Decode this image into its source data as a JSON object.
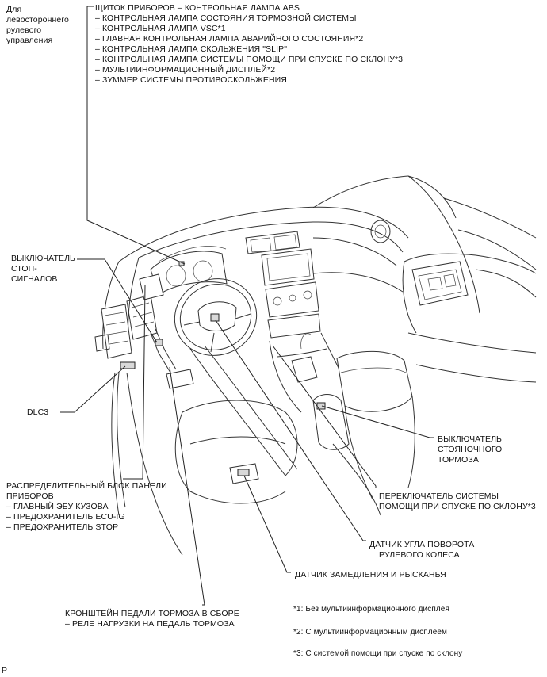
{
  "labels": {
    "lhd_note": [
      "Для",
      "левостороннего",
      "рулевого",
      "управления"
    ],
    "combination_meter": [
      "ЩИТОК ПРИБОРОВ – КОНТРОЛЬНАЯ ЛАМПА ABS",
      "– КОНТРОЛЬНАЯ ЛАМПА СОСТОЯНИЯ ТОРМОЗНОЙ СИСТЕМЫ",
      "– КОНТРОЛЬНАЯ ЛАМПА VSC*1",
      "– ГЛАВНАЯ КОНТРОЛЬНАЯ ЛАМПА АВАРИЙНОГО СОСТОЯНИЯ*2",
      "– КОНТРОЛЬНАЯ ЛАМПА СКОЛЬЖЕНИЯ \"SLIP\"",
      "– КОНТРОЛЬНАЯ ЛАМПА СИСТЕМЫ ПОМОЩИ ПРИ СПУСКЕ ПО СКЛОНУ*3",
      "– МУЛЬТИИНФОРМАЦИОННЫЙ ДИСПЛЕЙ*2",
      "– ЗУММЕР СИСТЕМЫ ПРОТИВОСКОЛЬЖЕНИЯ"
    ],
    "stop_lamp_switch": [
      "ВЫКЛЮЧАТЕЛЬ",
      "СТОП-",
      "СИГНАЛОВ"
    ],
    "dlc3": [
      "DLC3"
    ],
    "junction_block": [
      "РАСПРЕДЕЛИТЕЛЬНЫЙ БЛОК ПАНЕЛИ",
      "ПРИБОРОВ",
      "– ГЛАВНЫЙ ЭБУ КУЗОВА",
      "– ПРЕДОХРАНИТЕЛЬ ECU-IG",
      "– ПРЕДОХРАНИТЕЛЬ STOP"
    ],
    "pedal_bracket": [
      "КРОНШТЕЙН ПЕДАЛИ ТОРМОЗА В СБОРЕ",
      "– РЕЛЕ НАГРУЗКИ НА ПЕДАЛЬ ТОРМОЗА"
    ],
    "parking_brake_switch": [
      "ВЫКЛЮЧАТЕЛЬ",
      "СТОЯНОЧНОГО",
      "ТОРМОЗА"
    ],
    "dac_switch": [
      "ПЕРЕКЛЮЧАТЕЛЬ СИСТЕМЫ",
      "ПОМОЩИ ПРИ СПУСКЕ ПО СКЛОНУ*3"
    ],
    "steering_sensor": [
      "ДАТЧИК УГЛА ПОВОРОТА",
      "РУЛЕВОГО КОЛЕСА"
    ],
    "yaw_rate_sensor": [
      "ДАТЧИК ЗАМЕДЛЕНИЯ И РЫСКАНЬЯ"
    ]
  },
  "footnotes": [
    "*1: Без мультиинформационного дисплея",
    "*2: С мультиинформационным дисплеем",
    "*3: С системой помощи при спуске по склону"
  ],
  "corner_mark": "P"
}
